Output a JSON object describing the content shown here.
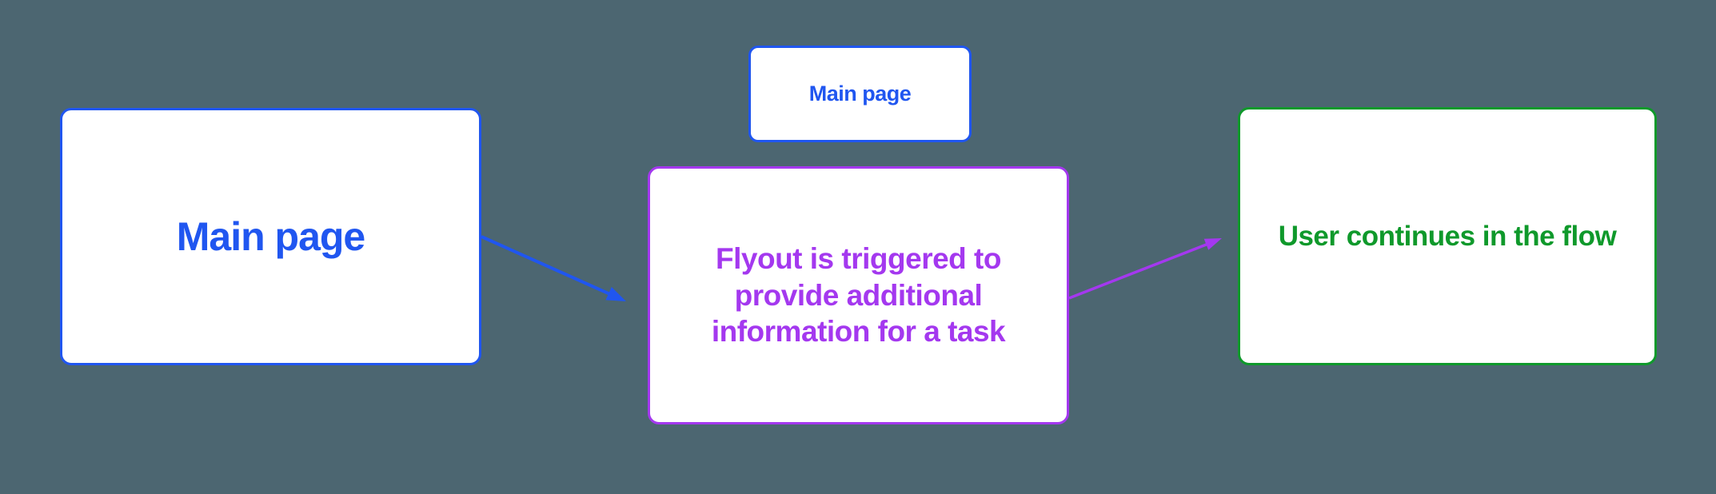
{
  "diagram": {
    "type": "flowchart",
    "nodes": [
      {
        "id": "main-page",
        "label": "Main page"
      },
      {
        "id": "main-page-mini",
        "label": "Main page"
      },
      {
        "id": "flyout",
        "label": [
          "Flyout is triggered to",
          "provide additional",
          "information for a task"
        ]
      },
      {
        "id": "continue",
        "label": "User continues in the flow"
      }
    ],
    "edges": [
      {
        "from": "main-page",
        "to": "flyout",
        "color": "#2056F0"
      },
      {
        "from": "flyout",
        "to": "continue",
        "color": "#A438EF"
      }
    ]
  },
  "colors": {
    "background": "#4C6671",
    "node_fill": "#FFFFFF",
    "blue": "#2056F0",
    "purple": "#A438EF",
    "green": "#0F992B"
  }
}
